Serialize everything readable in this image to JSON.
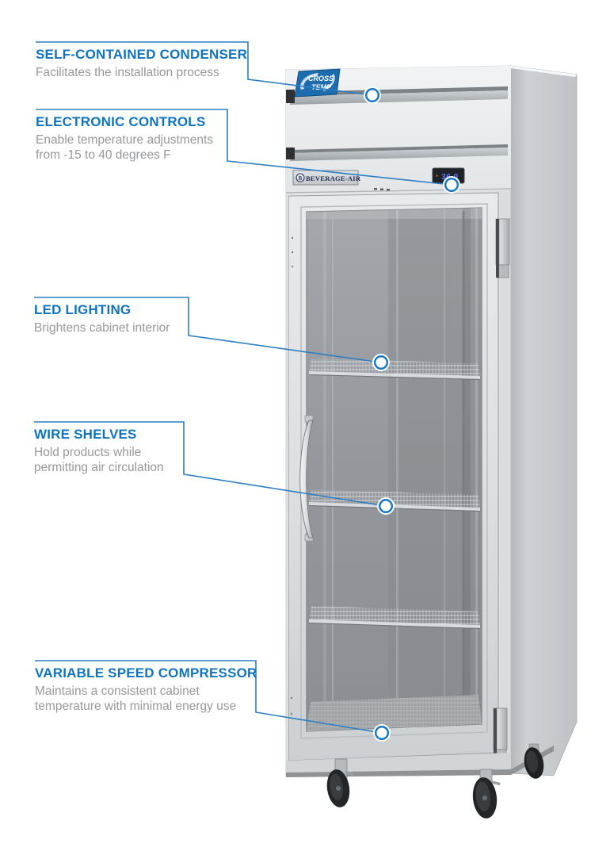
{
  "page": {
    "background": "#ffffff"
  },
  "colors": {
    "title_blue": "#0f74bd",
    "connector_blue": "#2d7fc2",
    "description_gray": "#97989a",
    "badge_blue": "#1d6dae",
    "led_display_blue": "#5a7bff"
  },
  "callouts": [
    {
      "title": "SELF-CONTAINED CONDENSER",
      "description": "Facilitates the installation process"
    },
    {
      "title": "ELECTRONIC CONTROLS",
      "description": "Enable temperature adjustments from -15 to 40 degrees F"
    },
    {
      "title": "LED LIGHTING",
      "description": "Brightens cabinet interior"
    },
    {
      "title": "WIRE SHELVES",
      "description": "Hold products while permitting air circulation"
    },
    {
      "title": "VARIABLE SPEED COMPRESSOR",
      "description": "Maintains a consistent cabinet temperature with minimal energy use"
    }
  ],
  "product": {
    "brand_label": "BEVERAGE-AIR",
    "brand_logo_letter": "B",
    "badge_line1": "CROSS",
    "badge_line2": "TEMP",
    "temperature_display": "36.0"
  }
}
